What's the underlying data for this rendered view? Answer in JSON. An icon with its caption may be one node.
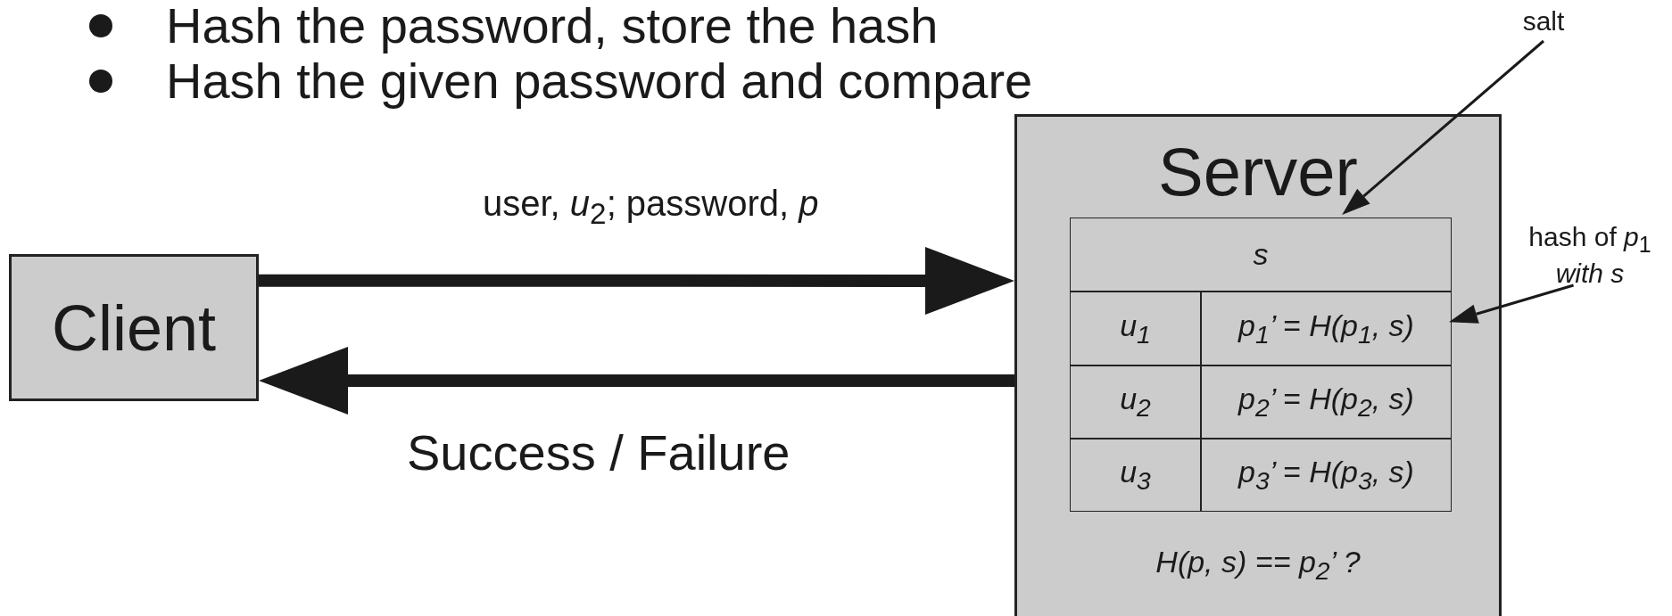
{
  "diagram": {
    "nodes": [
      {
        "text": [
          "Client"
        ]
      },
      {
        "text": [
          "Server",
          "H(p, s) == p$_{2}$’ ?"
        ]
      },
      {
        "text": [
          "s"
        ],
        "in": 1
      },
      {
        "text": [
          "u$_{1}$"
        ],
        "in": 1
      },
      {
        "text": [
          "p$_{1}$’ = H(p$_{1}$, s)"
        ],
        "in": 1
      },
      {
        "text": [
          "u$_{2}$"
        ],
        "in": 1
      },
      {
        "text": [
          "p$_{2}$’ = H(p$_{2}$, s)"
        ],
        "in": 1
      },
      {
        "text": [
          "u$_{3}$"
        ],
        "in": 1
      },
      {
        "text": [
          "p$_{3}$’ = H(p$_{3}$, s)"
        ],
        "in": 1
      },
      {
        "text": [
          "salt"
        ]
      },
      {
        "text": [
          "hash of *p*$_{1}$ *with s*"
        ]
      }
    ],
    "edges": [
      {
        "from": 0,
        "to": 1,
        "arrow": "to",
        "label": "user, *u*$_{2}$; password, *p*",
        "style": "thick"
      },
      {
        "from": 1,
        "to": 0,
        "arrow": "to",
        "label": "Success / Failure",
        "style": "thick"
      },
      {
        "from": 9,
        "to": 2,
        "arrow": "to"
      },
      {
        "from": 10,
        "to": 4,
        "arrow": "to"
      }
    ],
    "labels": [
      "Hash the password, store the hash",
      "Hash the given password and compare"
    ]
  }
}
